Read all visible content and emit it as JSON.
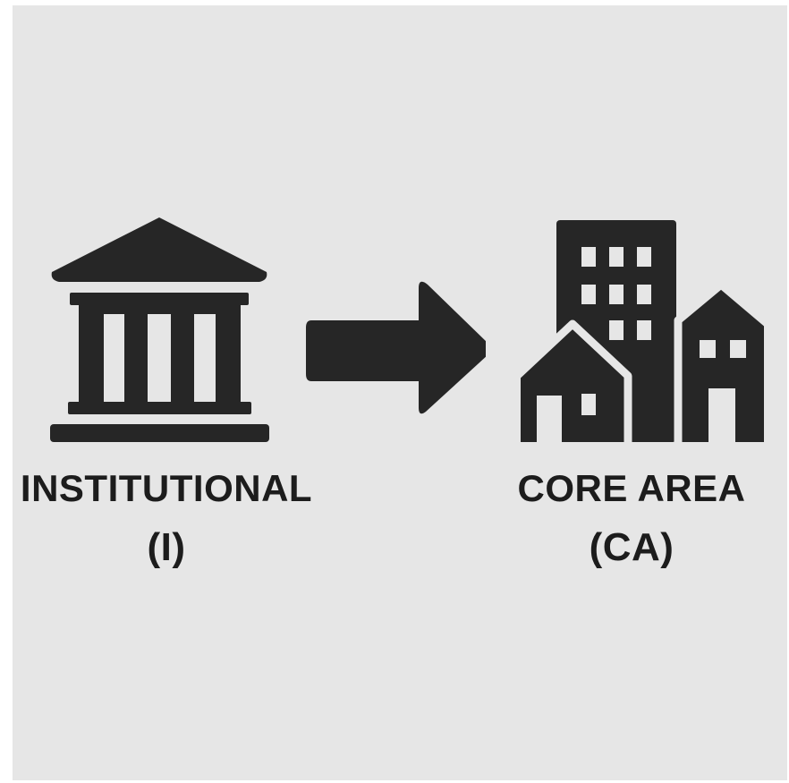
{
  "colors": {
    "background": "#e6e6e6",
    "foreground": "#262626",
    "text": "#1c1c1c"
  },
  "source": {
    "icon": "institution-building-icon",
    "title": "INSTITUTIONAL",
    "abbreviation": "(I)"
  },
  "connector": {
    "icon": "arrow-right-icon"
  },
  "target": {
    "icon": "city-buildings-icon",
    "title": "CORE AREA",
    "abbreviation": "(CA)"
  }
}
